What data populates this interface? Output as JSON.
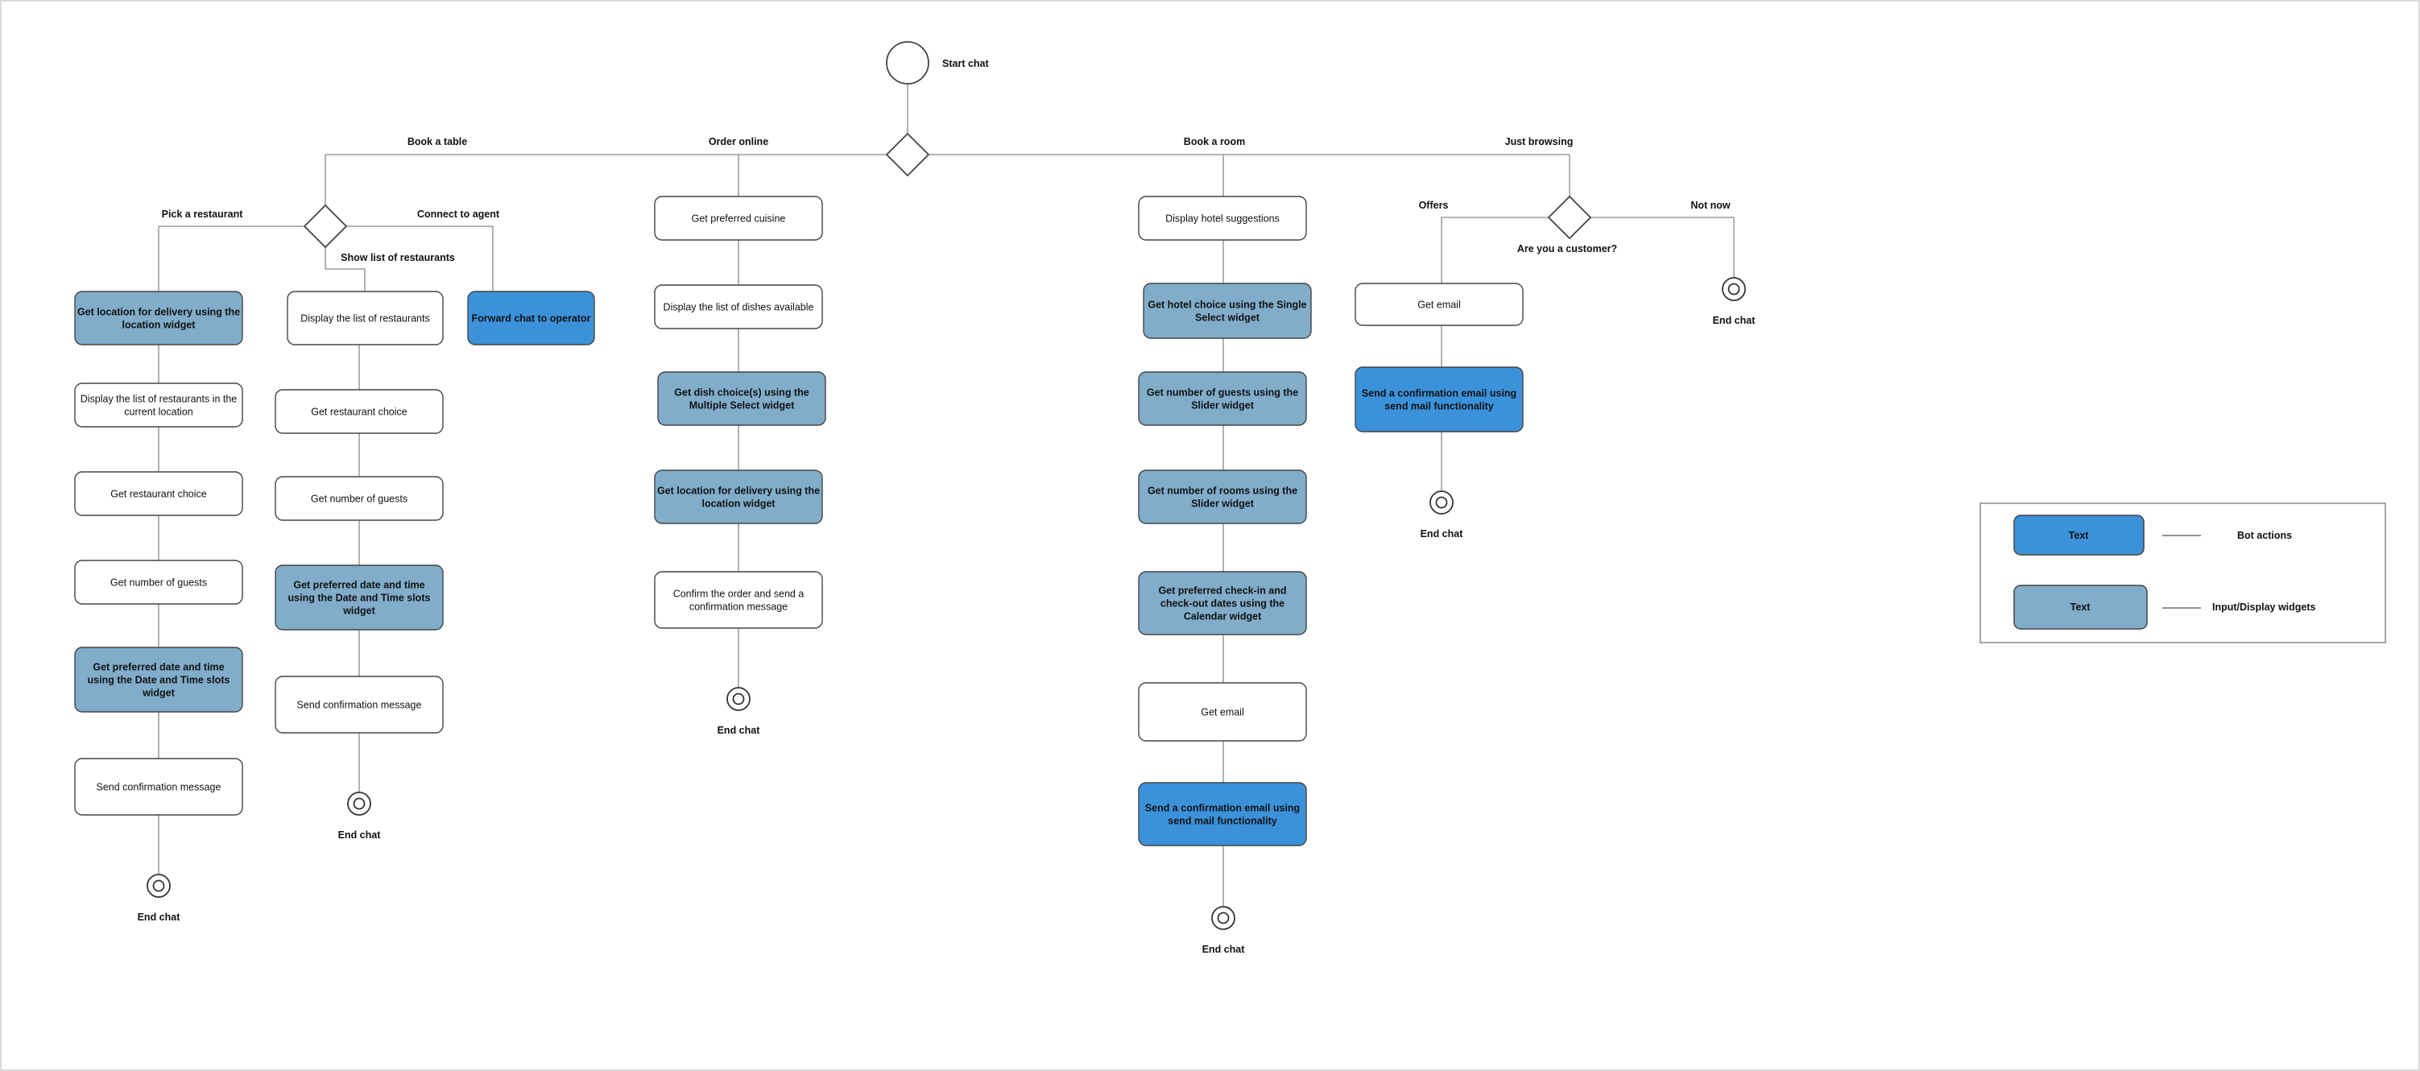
{
  "colors": {
    "bot_action": "#3b92db",
    "input_widget": "#81adcb",
    "plain": "#ffffff",
    "stroke": "#444444",
    "line": "#888888"
  },
  "start": {
    "label": "Start chat"
  },
  "end_label": "End chat",
  "branch_labels": {
    "book_table": "Book a table",
    "order_online": "Order online",
    "book_room": "Book a room",
    "just_browsing": "Just browsing",
    "pick_restaurant": "Pick a restaurant",
    "connect_agent": "Connect to agent",
    "show_list": "Show list of restaurants",
    "offers": "Offers",
    "not_now": "Not now",
    "are_you_customer": "Are you a customer?"
  },
  "nodes": {
    "pick_location": {
      "lines": [
        "Get location for delivery using the",
        "location widget"
      ],
      "kind": "input_widget"
    },
    "pick_list": {
      "lines": [
        "Display the list of restaurants in the",
        "current location"
      ],
      "kind": "plain"
    },
    "pick_choice": {
      "lines": [
        "Get restaurant choice"
      ],
      "kind": "plain"
    },
    "pick_guests": {
      "lines": [
        "Get number of guests"
      ],
      "kind": "plain"
    },
    "pick_date": {
      "lines": [
        "Get preferred date and time",
        "using the Date and Time slots",
        "widget"
      ],
      "kind": "input_widget"
    },
    "pick_confirm": {
      "lines": [
        "Send confirmation message"
      ],
      "kind": "plain"
    },
    "show_display": {
      "lines": [
        "Display the list of restaurants"
      ],
      "kind": "plain"
    },
    "show_choice": {
      "lines": [
        "Get restaurant choice"
      ],
      "kind": "plain"
    },
    "show_guests": {
      "lines": [
        "Get number of guests"
      ],
      "kind": "plain"
    },
    "show_date": {
      "lines": [
        "Get preferred date and time",
        "using the Date and Time slots",
        "widget"
      ],
      "kind": "input_widget"
    },
    "show_confirm": {
      "lines": [
        "Send confirmation message"
      ],
      "kind": "plain"
    },
    "agent_forward": {
      "lines": [
        "Forward chat to operator"
      ],
      "kind": "bot_action"
    },
    "order_cuisine": {
      "lines": [
        "Get preferred cuisine"
      ],
      "kind": "plain"
    },
    "order_dishes": {
      "lines": [
        "Display the list of dishes available"
      ],
      "kind": "plain"
    },
    "order_choice": {
      "lines": [
        "Get dish choice(s) using the",
        "Multiple Select widget"
      ],
      "kind": "input_widget"
    },
    "order_location": {
      "lines": [
        "Get location for delivery using the",
        "location widget"
      ],
      "kind": "input_widget"
    },
    "order_confirm": {
      "lines": [
        "Confirm the order and send a",
        "confirmation message"
      ],
      "kind": "plain"
    },
    "room_hotels": {
      "lines": [
        "Display hotel suggestions"
      ],
      "kind": "plain"
    },
    "room_choice": {
      "lines": [
        "Get hotel choice using the Single",
        "Select widget"
      ],
      "kind": "input_widget"
    },
    "room_guests": {
      "lines": [
        "Get number of guests using the",
        "Slider widget"
      ],
      "kind": "input_widget"
    },
    "room_rooms": {
      "lines": [
        "Get number of rooms using the",
        "Slider widget"
      ],
      "kind": "input_widget"
    },
    "room_dates": {
      "lines": [
        "Get preferred check-in and",
        "check-out dates using the",
        "Calendar widget"
      ],
      "kind": "input_widget"
    },
    "room_email": {
      "lines": [
        "Get email"
      ],
      "kind": "plain"
    },
    "room_send": {
      "lines": [
        "Send a confirmation email using",
        "send mail functionality"
      ],
      "kind": "bot_action"
    },
    "offers_email": {
      "lines": [
        "Get email"
      ],
      "kind": "plain"
    },
    "offers_send": {
      "lines": [
        "Send a confirmation email using",
        "send mail functionality"
      ],
      "kind": "bot_action"
    }
  },
  "legend": {
    "bot_sample": "Text",
    "bot_label": "Bot actions",
    "widget_sample": "Text",
    "widget_label": "Input/Display widgets"
  }
}
